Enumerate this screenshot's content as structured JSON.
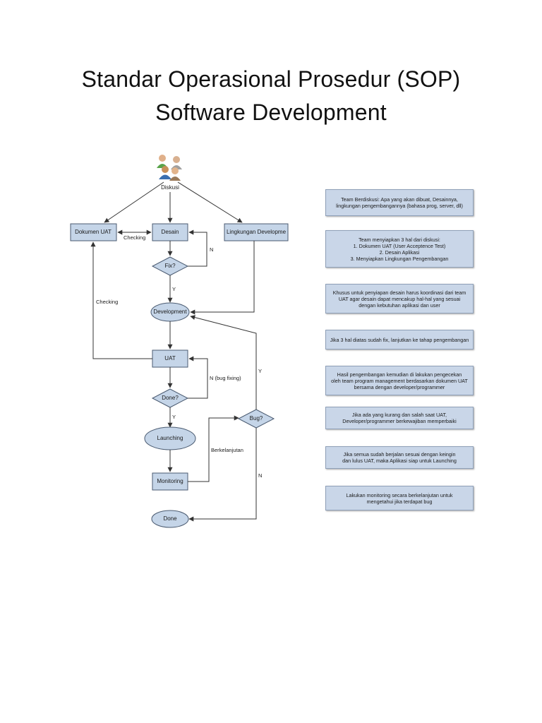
{
  "title": {
    "line1": "Standar Operasional Prosedur (SOP)",
    "line2": "Software Development"
  },
  "diagram": {
    "nodes": {
      "diskusi": "Diskusi",
      "dokumen_uat": "Dokumen UAT",
      "desain": "Desain",
      "lingkungan": "Lingkungan Developme",
      "fix": "Fix?",
      "development": "Development",
      "uat": "UAT",
      "done_q": "Done?",
      "launching": "Launching",
      "monitoring": "Monitoring",
      "done": "Done",
      "bug": "Bug?"
    },
    "edge_labels": {
      "checking_top": "Checking",
      "checking_side": "Checking",
      "fix_no": "N",
      "fix_yes": "Y",
      "uat_no": "N (bug fixing)",
      "done_yes": "Y",
      "berkelanjutan": "Berkelanjutan",
      "bug_yes": "Y",
      "bug_no": "N"
    }
  },
  "notes": [
    "Team Berdiskusi: Apa yang akan dibuat, Desainnya,\nlingkungan pengembangannya (bahasa prog, server, dll)",
    "Team menyiapkan 3 hal dari diskusi:\n1. Dokumen UAT (User Acceptence Test)\n2. Desain Aplikasi\n3. Menyiapkan Lingkungan Pengembangan",
    "Khusus untuk penyiapan desain harus koordinasi dari team\nUAT agar desain dapat mencakup hal-hal yang sesuai\ndengan kebutuhan aplikasi dan user",
    "Jika 3 hal diatas sudah fix, lanjutkan ke tahap pengembangan",
    "Hasil pengembangan kemudian di lakukan pengecekan\noleh team program management berdasarkan dokumen UAT\nbersama dengan developer/programmer",
    "Jika ada yang kurang dan salah saat UAT,\nDeveloper/programmer berkewajiban memperbaiki",
    "Jika semua sudah berjalan sesuai dengan keingin\ndan lulus UAT, maka Aplikasi siap untuk Launching",
    "Lakukan monitoring secara berkelanjutan untuk\nmengetahui jika terdapat bug"
  ],
  "colors": {
    "node_fill": "#c5d5e8",
    "node_stroke": "#4a5a70",
    "note_fill": "#c9d6e8"
  }
}
